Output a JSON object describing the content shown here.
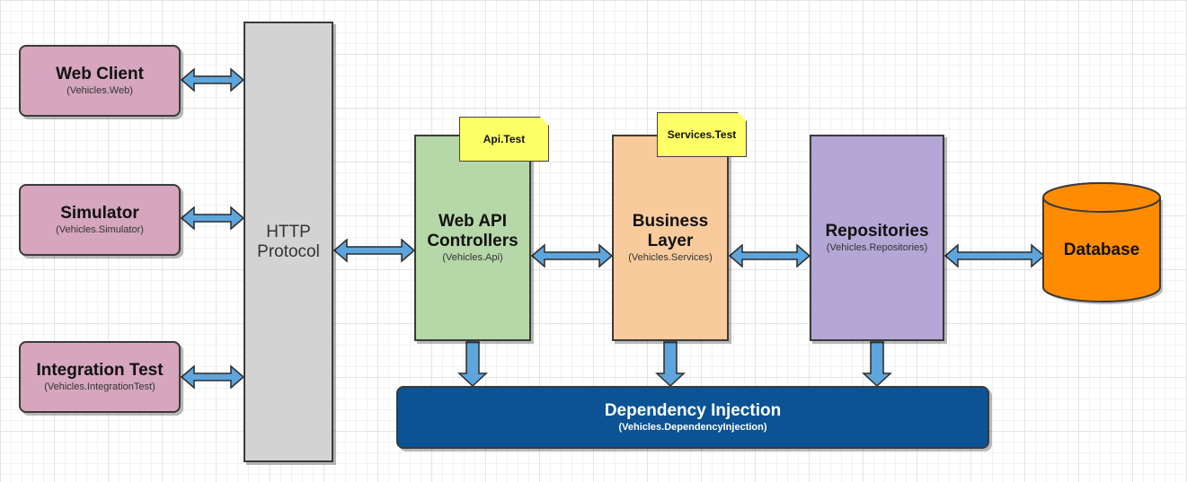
{
  "clients": [
    {
      "title": "Web Client",
      "sub": "(Vehicles.Web)"
    },
    {
      "title": "Simulator",
      "sub": "(Vehicles.Simulator)"
    },
    {
      "title": "Integration Test",
      "sub": "(Vehicles.IntegrationTest)"
    }
  ],
  "http": {
    "line1": "HTTP",
    "line2": "Protocol"
  },
  "api": {
    "line1": "Web API",
    "line2": "Controllers",
    "sub": "(Vehicles.Api)",
    "note": "Api.Test"
  },
  "services": {
    "line1": "Business",
    "line2": "Layer",
    "sub": "(Vehicles.Services)",
    "note": "Services.Test"
  },
  "repos": {
    "title": "Repositories",
    "sub": "(Vehicles.Repositories)"
  },
  "database": {
    "label": "Database"
  },
  "di": {
    "title": "Dependency Injection",
    "sub": "(Vehicles.DependencyInjection)"
  },
  "colors": {
    "client": "#d5a6bd",
    "http": "#d3d3d3",
    "api": "#b6d7a8",
    "services": "#f9cb9c",
    "repos": "#b4a7d6",
    "database": "#ff8c00",
    "di": "#0b5394",
    "note": "#ffff66",
    "arrow": "#5da5dc"
  }
}
